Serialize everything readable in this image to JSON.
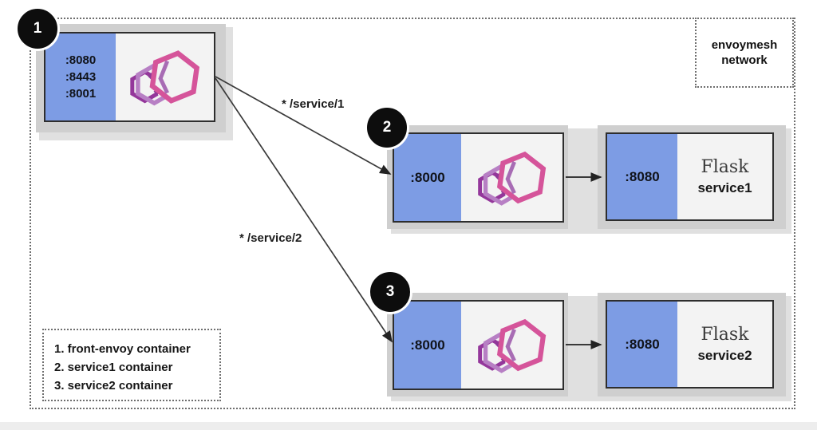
{
  "network": {
    "label_line1": "envoymesh",
    "label_line2": "network"
  },
  "front_envoy": {
    "badge": "1",
    "ports": [
      ":8080",
      ":8443",
      ":8001"
    ]
  },
  "routes": [
    {
      "label": "* /service/1"
    },
    {
      "label": "* /service/2"
    }
  ],
  "services": [
    {
      "badge": "2",
      "envoy_port": ":8000",
      "app_port": ":8080",
      "app_title": "Flask",
      "app_name": "service1"
    },
    {
      "badge": "3",
      "envoy_port": ":8000",
      "app_port": ":8080",
      "app_title": "Flask",
      "app_name": "service2"
    }
  ],
  "legend": {
    "items": [
      "1. front-envoy container",
      "2. service1 container",
      "3. service2 container"
    ]
  },
  "icons": {
    "envoy_logo": "envoy-proxy-logo"
  },
  "colors": {
    "panel_blue": "#7d9ce4",
    "container_gray": "#cfcfcf",
    "backdrop_gray": "#e0e0e0",
    "panel_white": "#f3f3f3",
    "badge_black": "#0d0d0d",
    "envoy_pink": "#d5549a",
    "envoy_purple": "#94379b",
    "envoy_light_purple": "#b77fc4"
  }
}
